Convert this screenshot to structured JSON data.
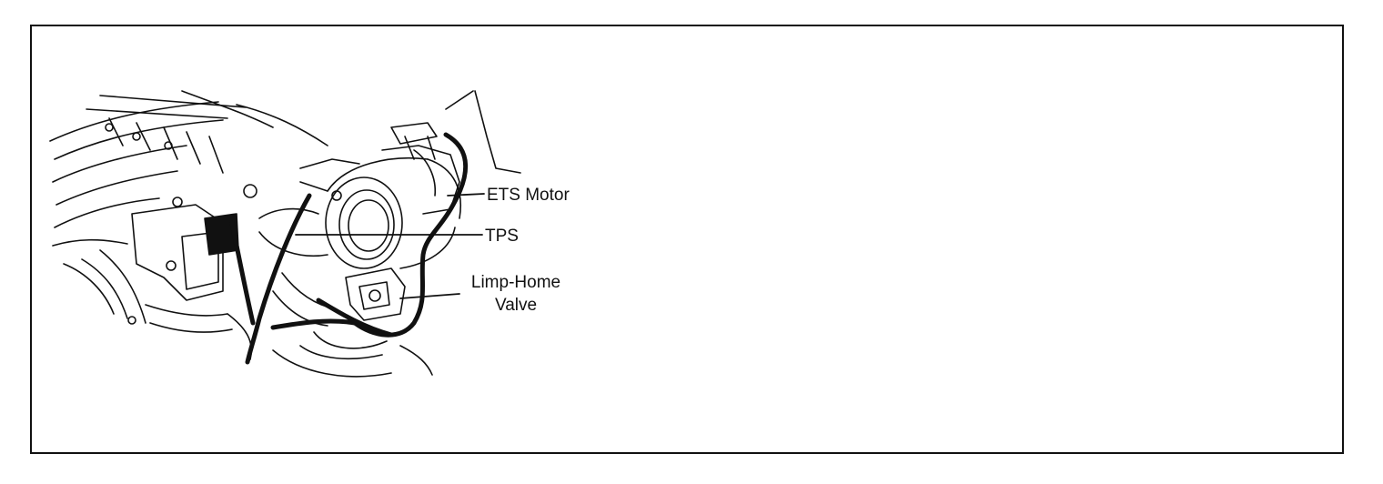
{
  "diagram": {
    "callouts": {
      "ets_motor": "ETS Motor",
      "tps": "TPS",
      "limp_home_line1": "Limp-Home",
      "limp_home_line2": "Valve"
    },
    "colors": {
      "line": "#111111",
      "background": "#ffffff"
    }
  }
}
